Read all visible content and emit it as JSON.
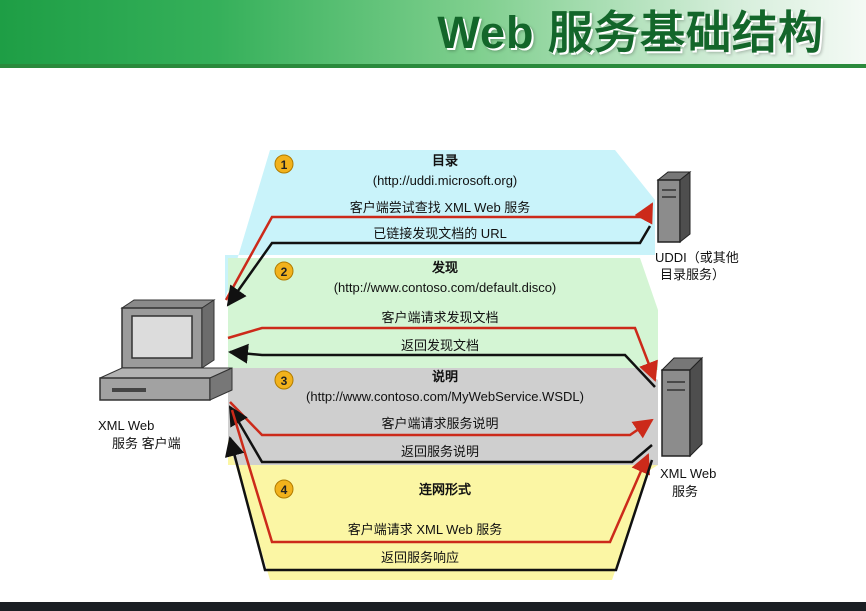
{
  "slide": {
    "title": "Web 服务基础结构"
  },
  "steps": [
    {
      "number": "1",
      "title": "目录",
      "subtitle": "(http://uddi.microsoft.org)",
      "request": "客户端尝试查找 XML Web 服务",
      "response": "已链接发现文档的 URL"
    },
    {
      "number": "2",
      "title": "发现",
      "subtitle": "(http://www.contoso.com/default.disco)",
      "request": "客户端请求发现文档",
      "response": "返回发现文档"
    },
    {
      "number": "3",
      "title": "说明",
      "subtitle": "(http://www.contoso.com/MyWebService.WSDL)",
      "request": "客户端请求服务说明",
      "response": "返回服务说明"
    },
    {
      "number": "4",
      "title": "连网形式",
      "subtitle": "",
      "request": "客户端请求 XML Web 服务",
      "response": "返回服务响应"
    }
  ],
  "nodes": {
    "client": {
      "line1": "XML Web",
      "line2": "服务  客户端"
    },
    "uddi": {
      "line1": "UDDI（或其他",
      "line2": "目录服务）"
    },
    "service": {
      "line1": "XML Web",
      "line2": "服务"
    }
  },
  "colors": {
    "band1": "#c9f3fa",
    "band2": "#d4f5d4",
    "band3": "#cfcfcf",
    "band4": "#fbf6a4",
    "request_arrow": "#cc2a1a",
    "response_arrow": "#111111",
    "step_badge": "#f2b21c"
  }
}
